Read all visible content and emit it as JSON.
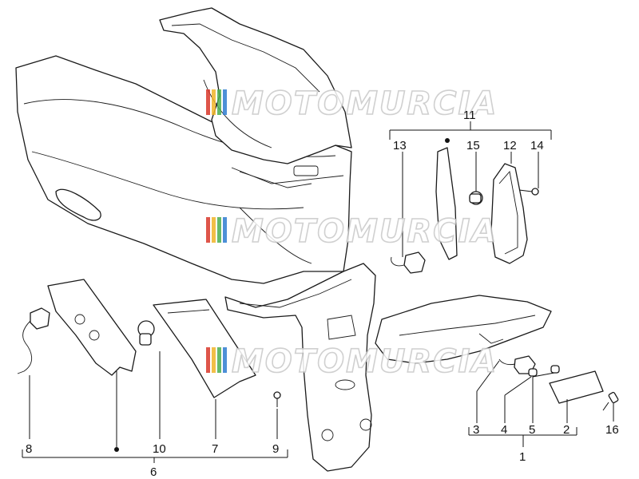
{
  "watermark": {
    "text": "MOTOMURCIA",
    "stripe_colors": [
      "#d9382b",
      "#f0b429",
      "#4caf50",
      "#2f7dd1"
    ]
  },
  "callouts": {
    "c1": "1",
    "c2": "2",
    "c3": "3",
    "c4": "4",
    "c5": "5",
    "c6": "6",
    "c7": "7",
    "c8": "8",
    "c9": "9",
    "c10": "10",
    "c11": "11",
    "c12": "12",
    "c13": "13",
    "c14": "14",
    "c15": "15",
    "c16": "16"
  }
}
